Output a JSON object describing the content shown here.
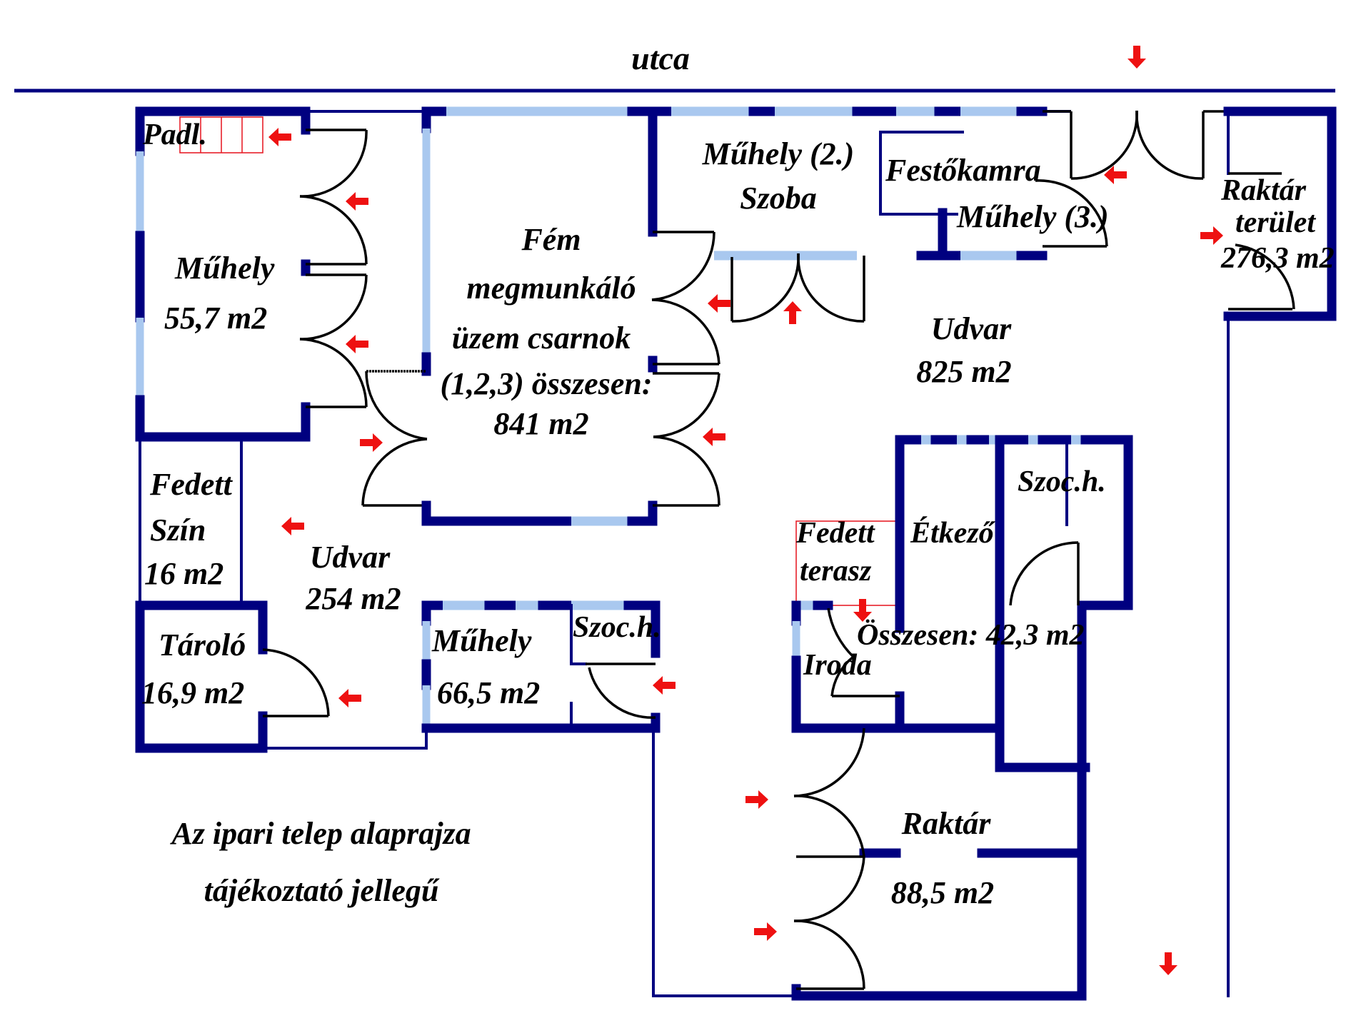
{
  "street_label": "utca",
  "caption": {
    "line1": "Az ipari telep alaprajza",
    "line2": "tájékoztató jellegű"
  },
  "colors": {
    "wall": "#000080",
    "window": "#a9c8ef",
    "door": "#000000",
    "entrance_arrow": "#ee1111"
  },
  "rooms": {
    "loft": {
      "name": "Padl."
    },
    "workshop_left": {
      "name": "Műhely",
      "area": "55,7 m2"
    },
    "hall": {
      "line1": "Fém",
      "line2": "megmunkáló",
      "line3": "üzem csarnok",
      "line4": "(1,2,3) összesen:",
      "area": "841 m2"
    },
    "workshop_2": {
      "name": "Műhely (2.)",
      "sub": "Szoba"
    },
    "paint_booth": {
      "name": "Festőkamra"
    },
    "workshop_3": {
      "name": "Műhely (3.)"
    },
    "storage_area": {
      "line1": "Raktár",
      "line2": "terület",
      "area": "276,3 m2"
    },
    "yard_large": {
      "name": "Udvar",
      "area": "825 m2"
    },
    "covered_shed": {
      "line1": "Fedett",
      "line2": "Szín",
      "area": "16 m2"
    },
    "yard_small": {
      "name": "Udvar",
      "area": "254 m2"
    },
    "storage_small": {
      "name": "Tároló",
      "area": "16,9 m2"
    },
    "workshop_bottom": {
      "name": "Műhely",
      "area": "66,5 m2"
    },
    "social_left": {
      "name": "Szoc.h."
    },
    "social_right": {
      "name": "Szoc.h."
    },
    "covered_terrace": {
      "line1": "Fedett",
      "line2": "terasz"
    },
    "dining": {
      "name": "Étkező"
    },
    "office_block_total": {
      "label": "Összesen: 42,3 m2"
    },
    "office": {
      "name": "Iroda"
    },
    "warehouse": {
      "name": "Raktár",
      "area": "88,5 m2"
    }
  },
  "legend": {
    "arrow_meaning": "entrance-arrow"
  }
}
